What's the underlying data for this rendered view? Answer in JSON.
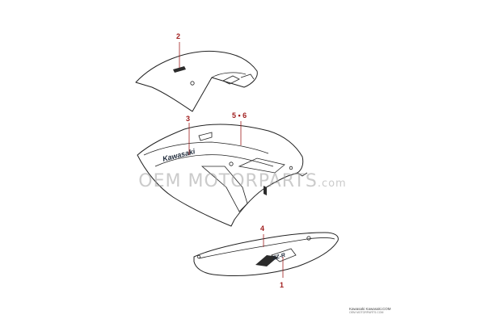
{
  "diagram": {
    "callouts": [
      "2",
      "3",
      "5 • 6",
      "4",
      "1"
    ],
    "decals": {
      "brand": "Kawasaki",
      "model": "ZZ-R"
    },
    "watermark": {
      "main": "OEM MOTORPARTS",
      "suffix": ".com"
    },
    "footer": {
      "line1": "Kawasaki Kawasaki.COM",
      "line2": "OEM MOTORPARTS.COM"
    }
  }
}
